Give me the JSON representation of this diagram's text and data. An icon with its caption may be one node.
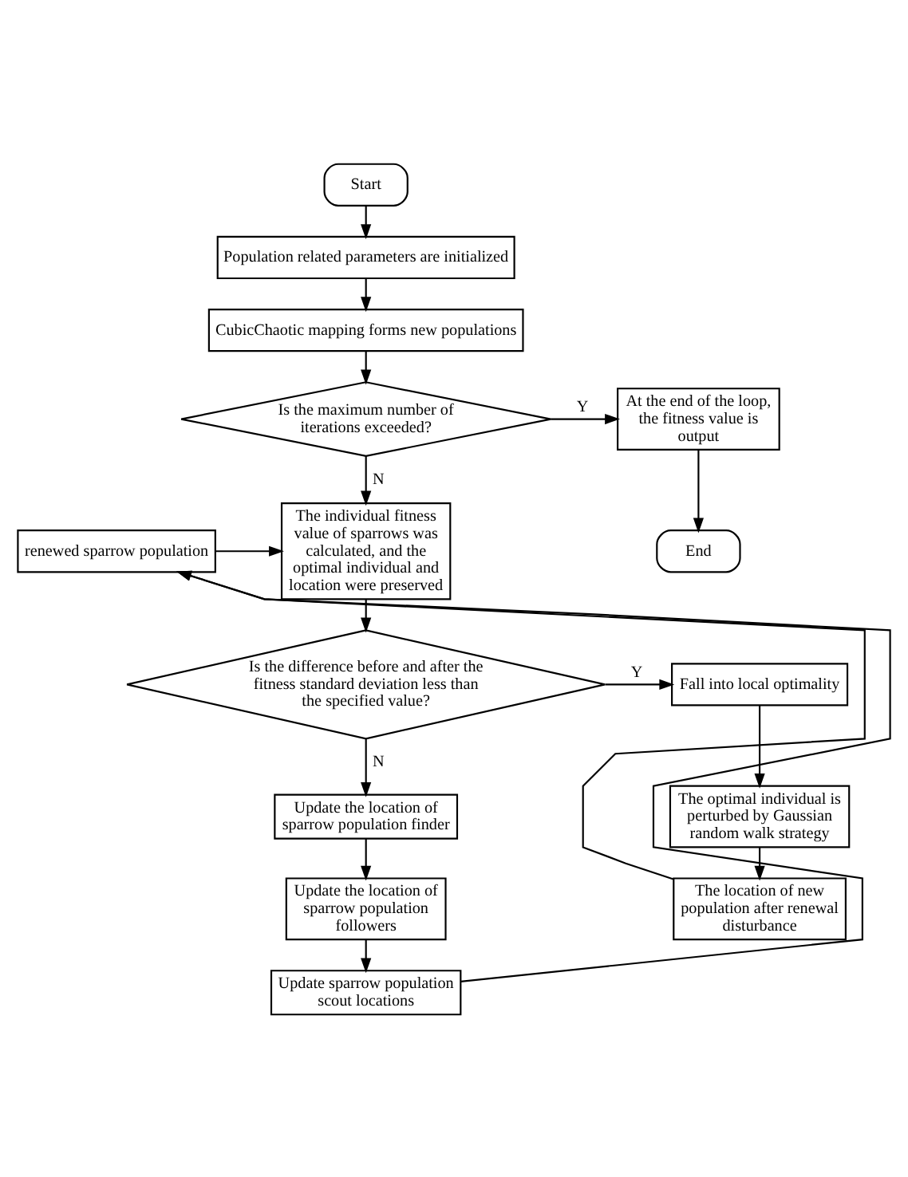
{
  "diagram": {
    "nodes": [
      {
        "text": [
          "Start"
        ]
      },
      {
        "text": [
          "Population related parameters are initialized"
        ]
      },
      {
        "text": [
          "CubicChaotic mapping forms new populations"
        ]
      },
      {
        "text": [
          "Is the maximum number of iterations exceeded?"
        ]
      },
      {
        "text": [
          "At the end of the loop, the fitness value is output"
        ]
      },
      {
        "text": [
          "End"
        ]
      },
      {
        "text": [
          "The individual fitness value of sparrows was calculated, and the optimal individual and location were preserved"
        ]
      },
      {
        "text": [
          "Is the difference before and after the fitness standard deviation less than the specified value?"
        ]
      },
      {
        "text": [
          "renewed sparrow population"
        ]
      },
      {
        "text": [
          "Fall into local optimality"
        ]
      },
      {
        "text": [
          "Update the location of sparrow population finder"
        ]
      },
      {
        "text": [
          "The optimal individual is perturbed by Gaussian random walk strategy"
        ]
      },
      {
        "text": [
          "Update the location of sparrow population followers"
        ]
      },
      {
        "text": [
          "The location of new population after renewal disturbance"
        ]
      },
      {
        "text": [
          "Update sparrow population scout locations"
        ]
      }
    ],
    "edges": [
      {
        "from": 0,
        "to": 1,
        "arrow": "to"
      },
      {
        "from": 1,
        "to": 2,
        "arrow": "to"
      },
      {
        "from": 2,
        "to": 3,
        "arrow": "to"
      },
      {
        "from": 3,
        "to": 4,
        "label": "Y",
        "arrow": "to"
      },
      {
        "from": 4,
        "to": 5,
        "arrow": "to"
      },
      {
        "from": 3,
        "to": 6,
        "label": "N",
        "arrow": "to"
      },
      {
        "from": 8,
        "to": 6,
        "arrow": "to"
      },
      {
        "from": 6,
        "to": 7,
        "arrow": "to"
      },
      {
        "from": 7,
        "to": 9,
        "label": "Y",
        "arrow": "to"
      },
      {
        "from": 7,
        "to": 10,
        "label": "N",
        "arrow": "to"
      },
      {
        "from": 9,
        "to": 11,
        "arrow": "to"
      },
      {
        "from": 10,
        "to": 12,
        "arrow": "to"
      },
      {
        "from": 11,
        "to": 13,
        "arrow": "to"
      },
      {
        "from": 12,
        "to": 14,
        "arrow": "to"
      },
      {
        "from": 14,
        "to": 8,
        "arrow": "to"
      },
      {
        "from": 13,
        "to": 8,
        "arrow": "to"
      }
    ]
  }
}
